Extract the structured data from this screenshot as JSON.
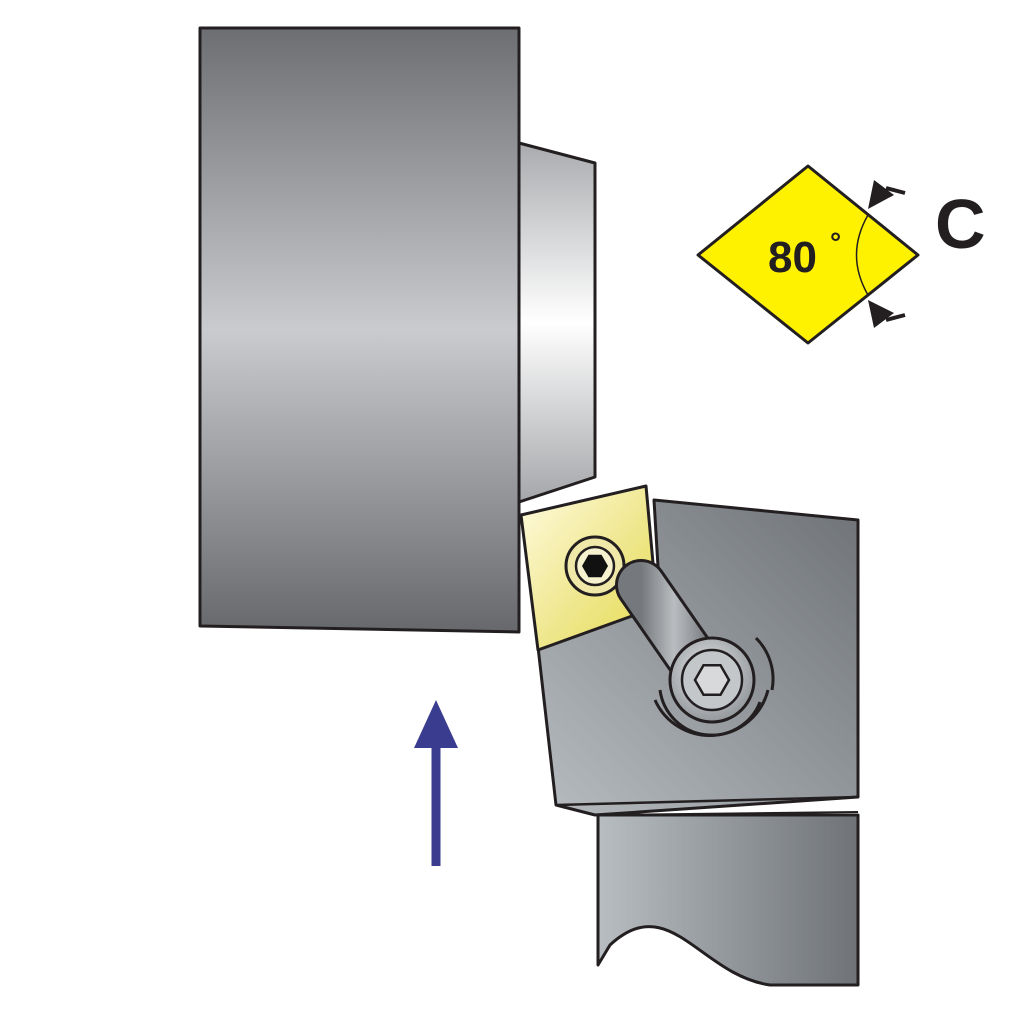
{
  "insert_shape": {
    "angle_label": "80",
    "degree_symbol": "°",
    "shape_code": "C",
    "color": "#fff200"
  },
  "feed_arrow": {
    "direction": "up",
    "color": "#3a3c8f"
  },
  "workpiece": {
    "color": "#9c9ea2"
  },
  "tool_holder": {
    "color": "#8e9397"
  },
  "cutting_insert": {
    "color": "#e9e27a"
  }
}
